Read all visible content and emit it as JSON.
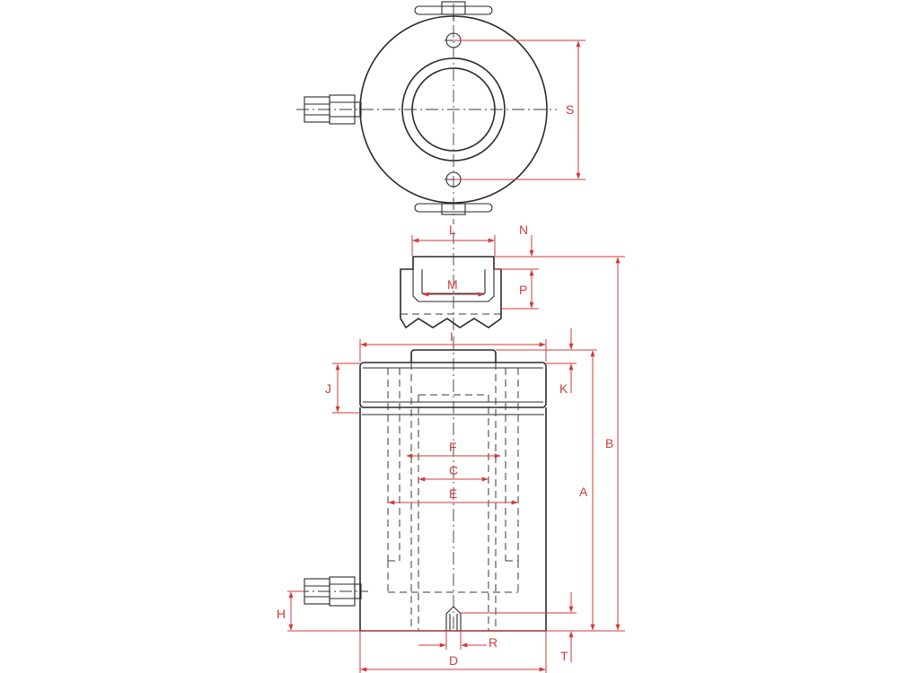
{
  "dimension_labels": {
    "S": "S",
    "L": "L",
    "N": "N",
    "M": "M",
    "P": "P",
    "I": "I",
    "J": "J",
    "K": "K",
    "B": "B",
    "F": "F",
    "C": "C",
    "A": "A",
    "E": "E",
    "H": "H",
    "R": "R",
    "D": "D",
    "T": "T"
  },
  "colors": {
    "dimension": "#d23a3a",
    "outline": "#2a2a2a"
  }
}
